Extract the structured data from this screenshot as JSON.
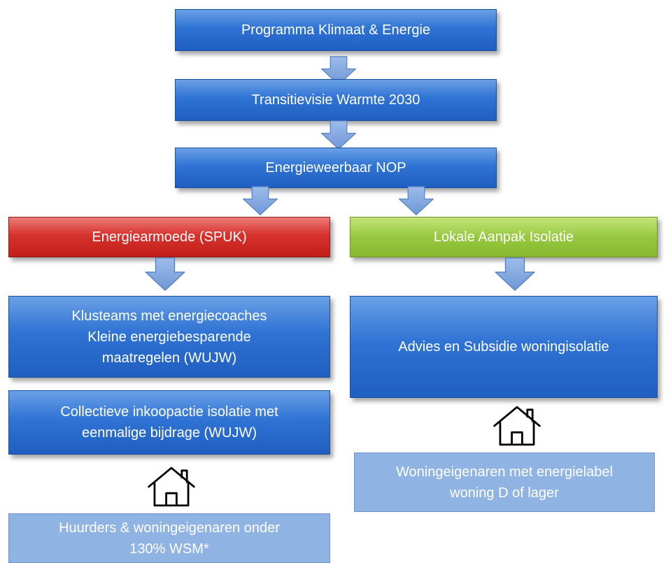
{
  "boxes": {
    "programma": "Programma Klimaat & Energie",
    "transitievisie": "Transitievisie Warmte 2030",
    "energieweerbaar": "Energieweerbaar NOP",
    "energiearmoede": "Energiearmoede (SPUK)",
    "lokale_aanpak": "Lokale Aanpak Isolatie",
    "klusteams": "Klusteams met energiecoaches\nKleine energiebesparende\nmaatregelen (WUJW)",
    "collectieve": "Collectieve inkoopactie isolatie met\neenmalige bijdrage (WUJW)",
    "advies": "Advies en Subsidie woningisolatie",
    "huurders": "Huurders & woningeigenaren onder\n130% WSM*",
    "woningeigenaren": "Woningeigenaren met energielabel\nwoning D of lager"
  },
  "icons": [
    "arrow-down-icon",
    "house-icon"
  ],
  "colors": {
    "blue": "#2f73d4",
    "red": "#d7322d",
    "green": "#97c83f",
    "light_blue": "#8fb3e3",
    "arrow": "#7fa6dd"
  }
}
